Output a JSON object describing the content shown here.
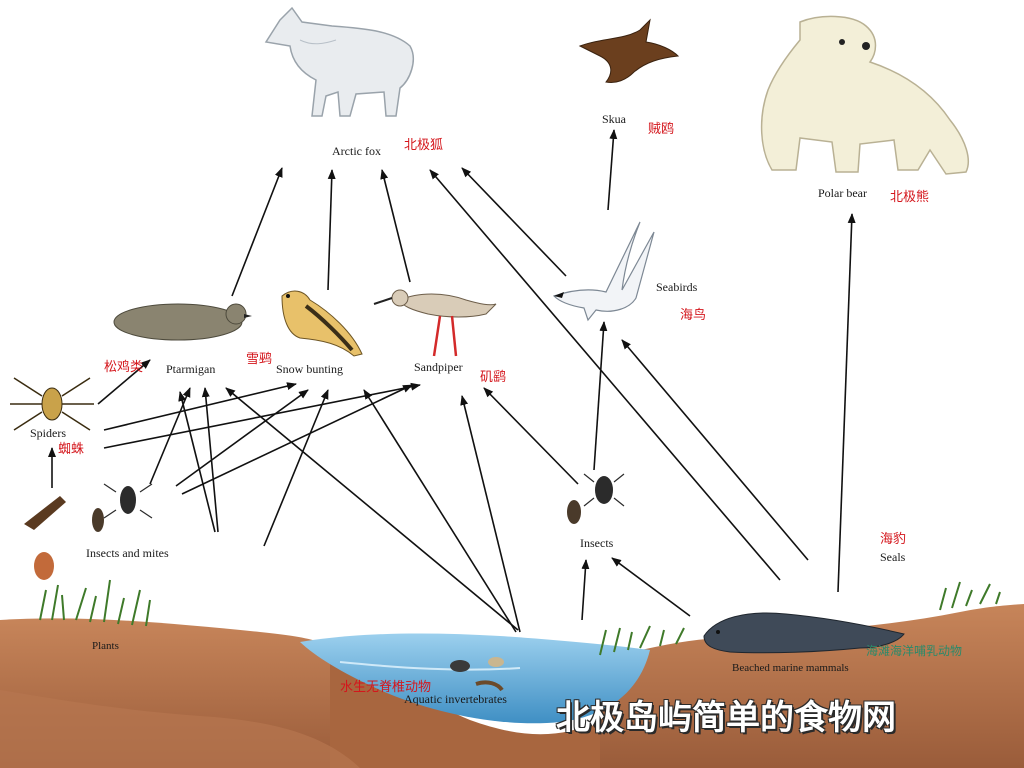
{
  "title": "北极岛屿简单的食物网",
  "nodes": {
    "arctic_fox": {
      "en": "Arctic fox",
      "zh": "北极狐"
    },
    "skua": {
      "en": "Skua",
      "zh": "贼鸥"
    },
    "polar_bear": {
      "en": "Polar bear",
      "zh": "北极熊"
    },
    "seabirds": {
      "en": "Seabirds",
      "zh": "海鸟"
    },
    "ptarmigan": {
      "en": "Ptarmigan",
      "zh": "松鸡类"
    },
    "snow_bunting": {
      "en": "Snow bunting",
      "zh": "雪鹀"
    },
    "sandpiper": {
      "en": "Sandpiper",
      "zh": "矶鹞"
    },
    "spiders": {
      "en": "Spiders",
      "zh": "蜘蛛"
    },
    "insects_and_mites": {
      "en": "Insects and mites"
    },
    "insects": {
      "en": "Insects"
    },
    "seals": {
      "en": "Seals",
      "zh": "海豹"
    },
    "plants": {
      "en": "Plants"
    },
    "beached_marine_mammals": {
      "en": "Beached marine mammals",
      "zh": "海滩海洋哺乳动物"
    },
    "aquatic_invertebrates": {
      "en": "Aquatic invertebrates",
      "zh": "水生无脊椎动物"
    }
  },
  "colors": {
    "arrow": "#111111",
    "chinese_label": "#d4161c",
    "teal_label": "#2a8a6a",
    "soil": "#b0704a",
    "water": "#6fb2dc",
    "title_text": "#ffffff"
  }
}
